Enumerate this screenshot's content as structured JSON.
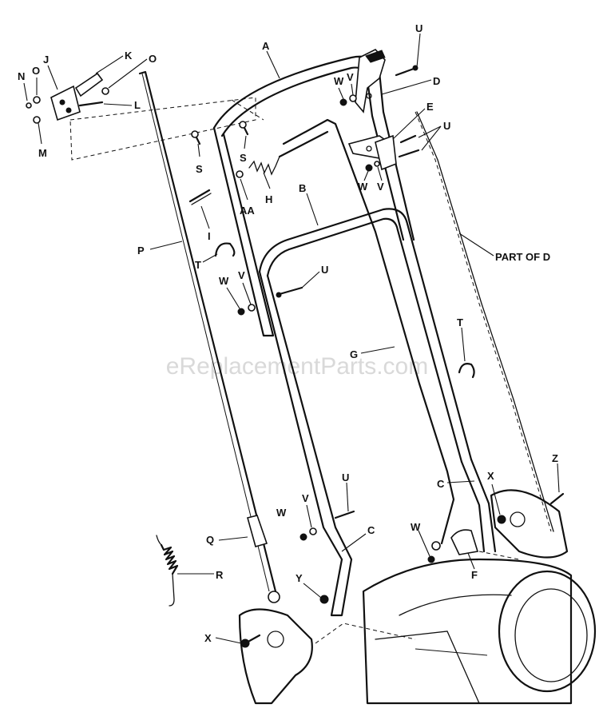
{
  "watermark": "eReplacementParts.com",
  "labels": {
    "A": "A",
    "B": "B",
    "C1": "C",
    "C2": "C",
    "D": "D",
    "E": "E",
    "F": "F",
    "G": "G",
    "H": "H",
    "I": "I",
    "J": "J",
    "K": "K",
    "L": "L",
    "M": "M",
    "N": "N",
    "O1": "O",
    "O2": "O",
    "P": "P",
    "Q": "Q",
    "R": "R",
    "S1": "S",
    "S2": "S",
    "T1": "T",
    "T2": "T",
    "U1": "U",
    "U2": "U",
    "U3": "U",
    "U4": "U",
    "V1": "V",
    "V2": "V",
    "V3": "V",
    "V4": "V",
    "W1": "W",
    "W2": "W",
    "W3": "W",
    "W4": "W",
    "W5": "W",
    "X1": "X",
    "X2": "X",
    "Y": "Y",
    "Z": "Z",
    "AA": "AA",
    "part_of_d": "PART OF D"
  }
}
